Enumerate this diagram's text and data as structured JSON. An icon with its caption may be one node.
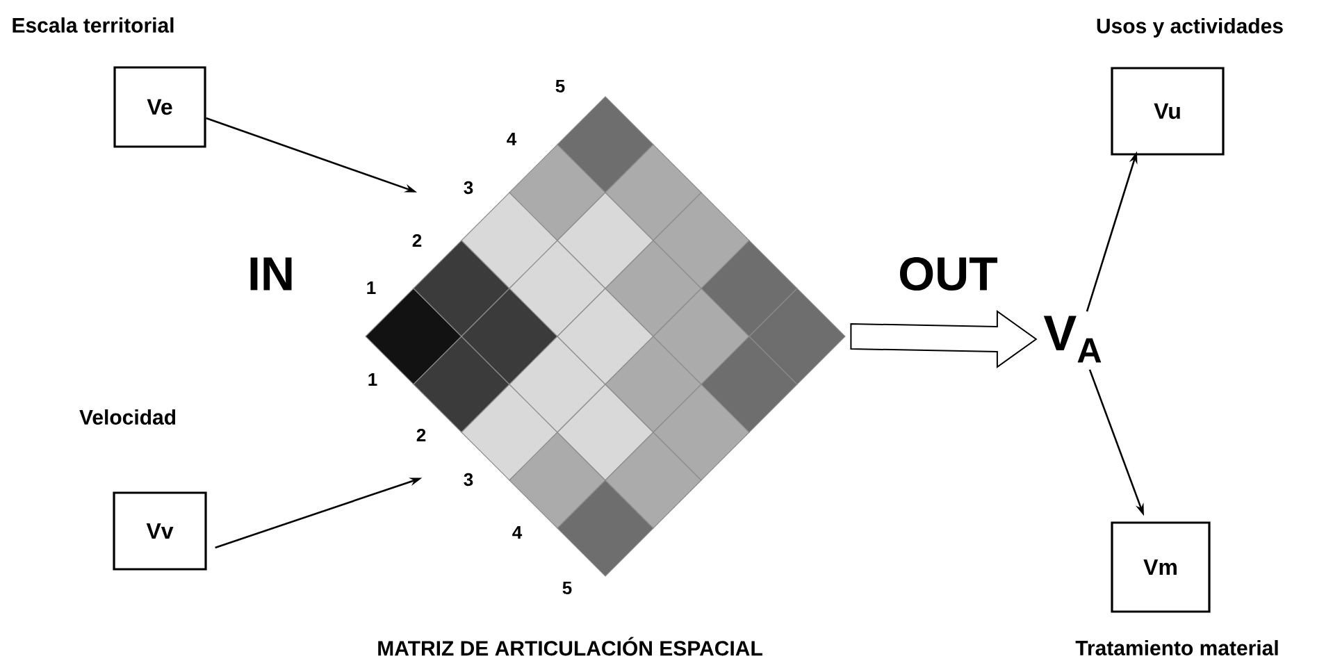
{
  "diagram": {
    "nodes": [
      {
        "text": [
          "Escala territorial",
          "Ve"
        ]
      },
      {
        "text": [
          "Velocidad",
          "Vv"
        ]
      },
      {
        "text": [],
        "shape": "picture",
        "beside": [
          "MATRIZ DE ARTICULACIÓN ESPACIAL"
        ]
      },
      {
        "text": [
          "V$_{A}$"
        ]
      },
      {
        "text": [
          "Usos y actividades",
          "Vu"
        ]
      },
      {
        "text": [
          "Vm"
        ],
        "beside": [
          "Tratamiento material"
        ]
      }
    ],
    "edges": [
      {
        "from": 0,
        "to": 2,
        "arrow": "to"
      },
      {
        "from": 1,
        "to": 2,
        "arrow": "to"
      },
      {
        "from": 2,
        "to": 3,
        "arrow": "to",
        "style": "thick"
      },
      {
        "from": 3,
        "to": 4,
        "arrow": "to"
      },
      {
        "from": 3,
        "to": 5,
        "arrow": "to"
      }
    ],
    "labels": [
      "IN",
      "OUT",
      "1",
      "2",
      "3",
      "4",
      "5",
      "1",
      "2",
      "3",
      "4",
      "5"
    ]
  }
}
